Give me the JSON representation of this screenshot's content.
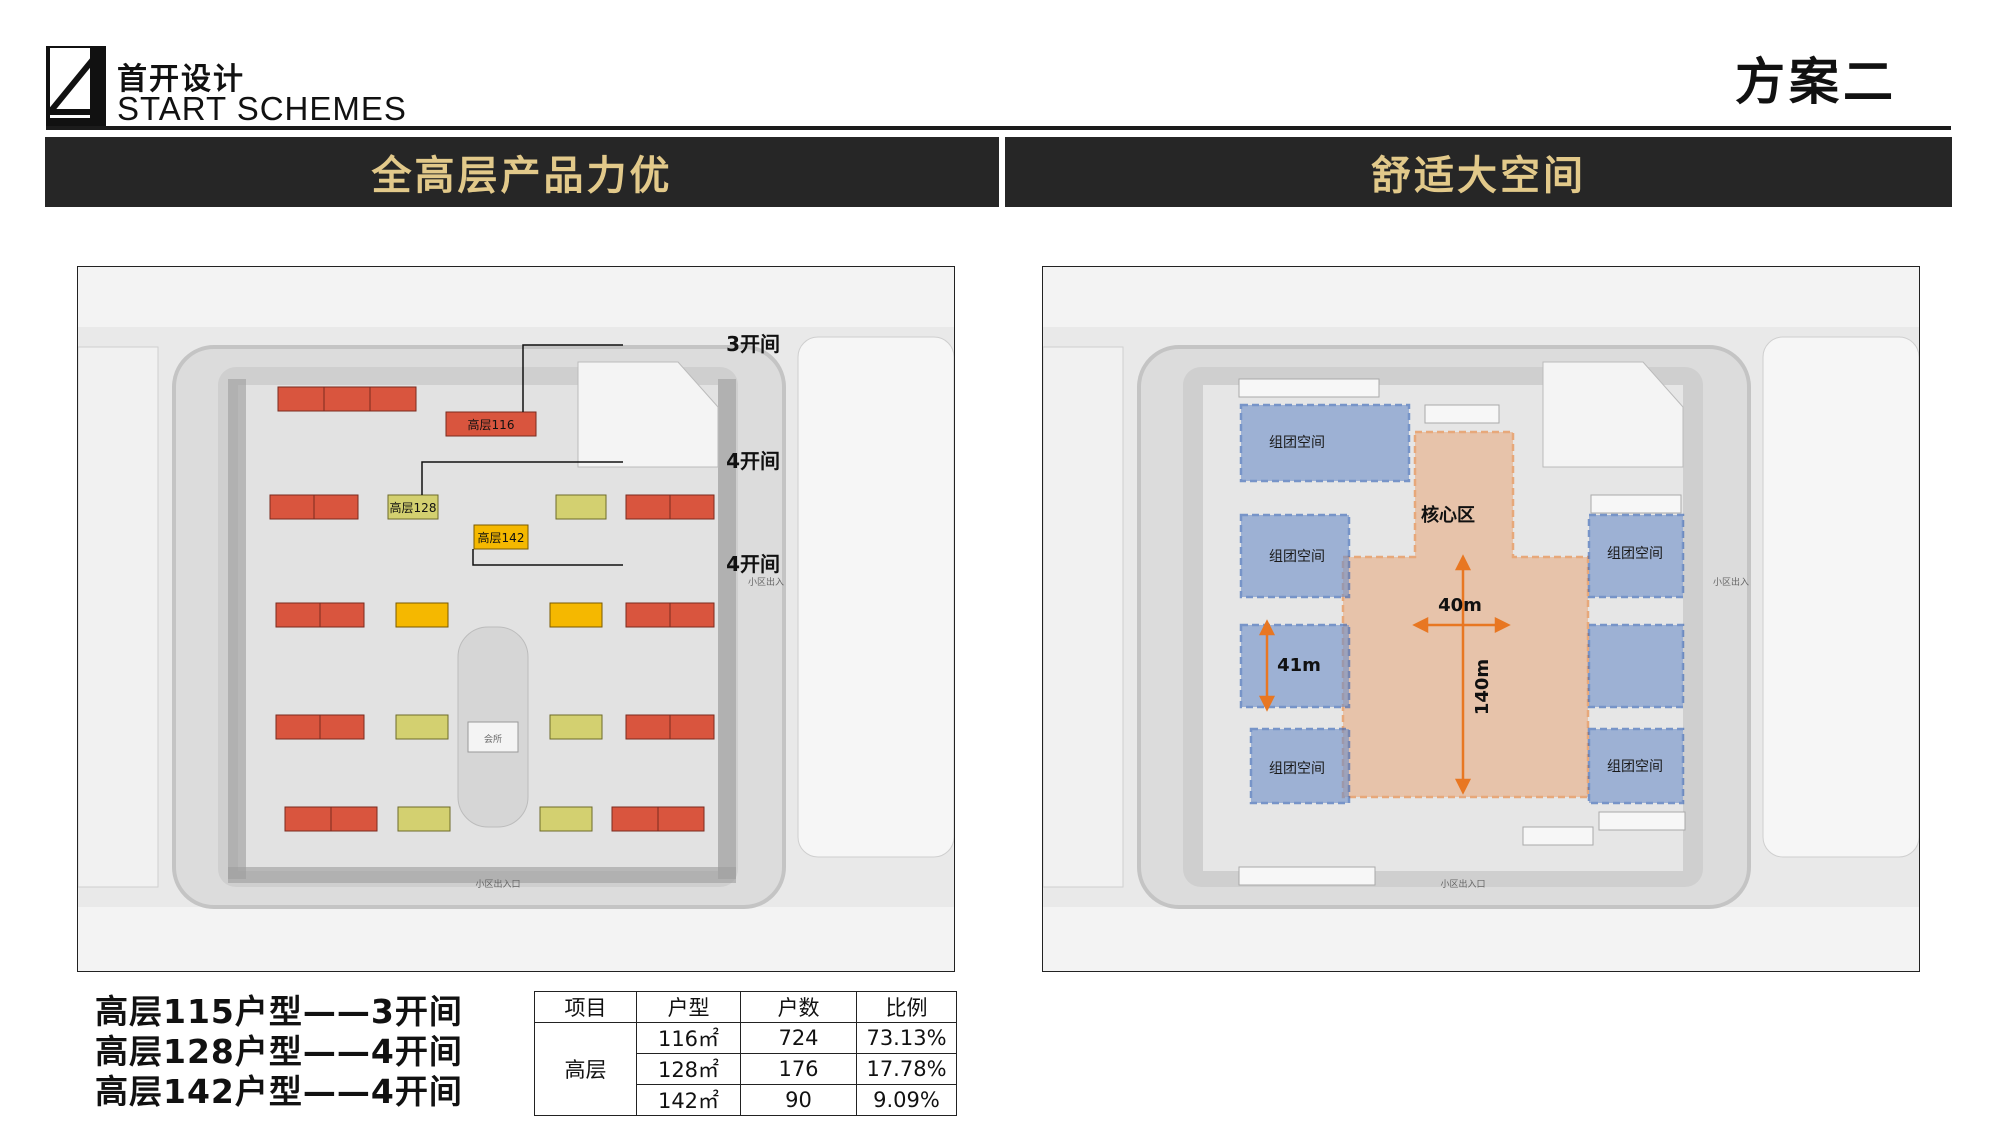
{
  "header": {
    "brand_cn": "首开设计",
    "brand_en": "START SCHEMES",
    "scheme_title": "方案二"
  },
  "bands": {
    "left": "全高层产品力优",
    "right": "舒适大空间"
  },
  "left_plan": {
    "callouts": [
      "3开间",
      "4开间",
      "4开间"
    ],
    "unit_labels": [
      "高层116",
      "高层128",
      "高层142"
    ],
    "site_entry_bottom": "小区出入口",
    "site_entry_right": "小区出入",
    "clubhouse": "会所"
  },
  "right_plan": {
    "zones": [
      "组团空间",
      "组团空间",
      "组团空间",
      "组团空间",
      "组团空间"
    ],
    "core": "核心区",
    "dims": [
      "40m",
      "41m",
      "140m"
    ],
    "site_entry_bottom": "小区出入口",
    "site_entry_right": "小区出入"
  },
  "legend": [
    "高层115户型——3开间",
    "高层128户型——4开间",
    "高层142户型——4开间"
  ],
  "table": {
    "headers": [
      "项目",
      "户型",
      "户数",
      "比例"
    ],
    "category": "高层",
    "rows": [
      {
        "type": "116㎡",
        "count": "724",
        "ratio": "73.13%"
      },
      {
        "type": "128㎡",
        "count": "176",
        "ratio": "17.78%"
      },
      {
        "type": "142㎡",
        "count": "90",
        "ratio": "9.09%"
      }
    ]
  },
  "colors": {
    "band_bg": "#262626",
    "band_text": "#e2c98a",
    "unit_115": "#d9553e",
    "unit_128": "#d3d070",
    "unit_142": "#f5b800",
    "group_space": "#3f6fbf",
    "core_zone": "#e87722"
  }
}
